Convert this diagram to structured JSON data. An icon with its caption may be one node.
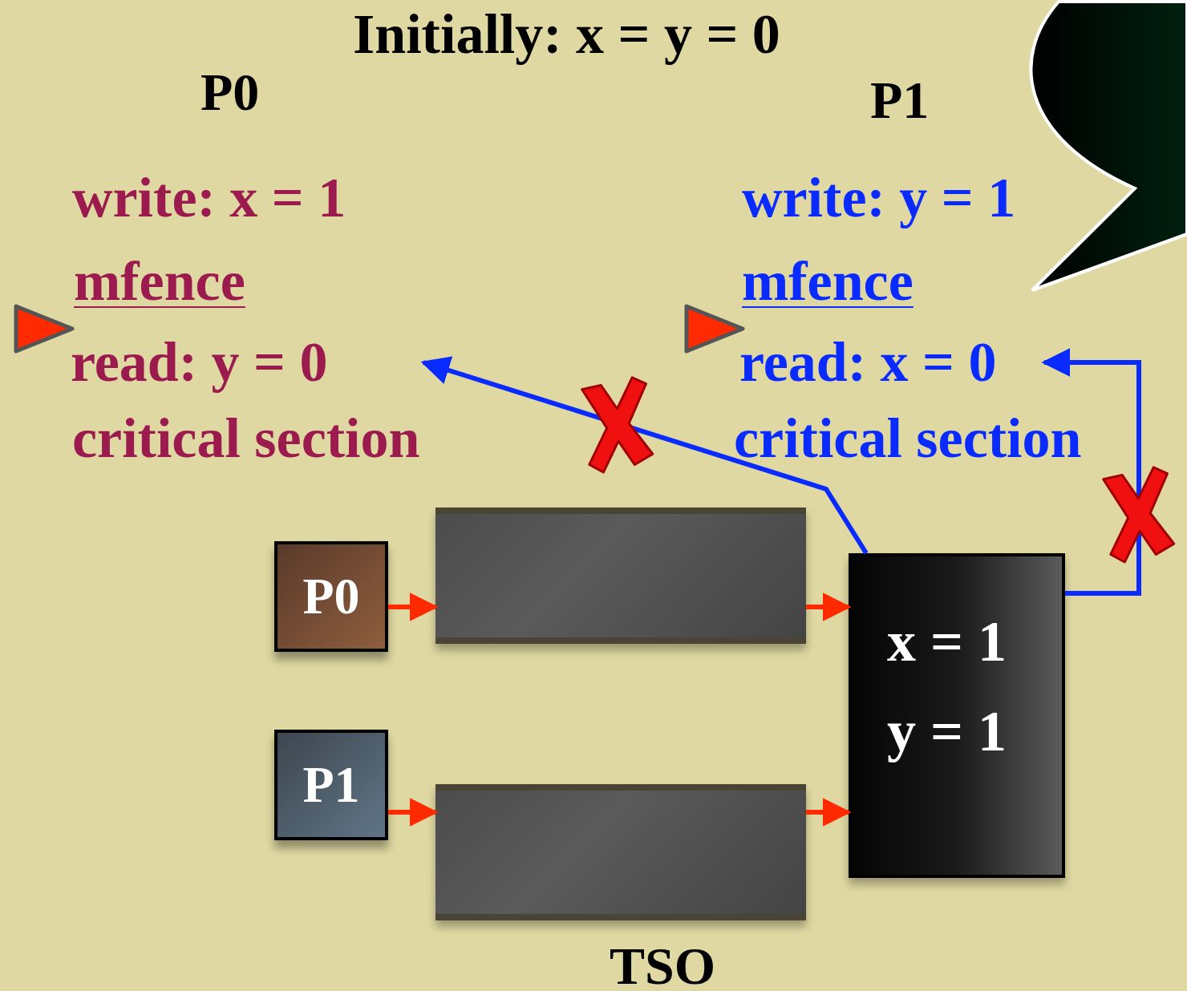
{
  "diagram": {
    "title": "Initially: x = y = 0",
    "nodes": [
      {
        "text": [
          "read: y = 0"
        ]
      },
      {
        "text": [
          "read: x = 0"
        ]
      },
      {
        "text": [
          "P0"
        ]
      },
      {
        "text": [
          "P1"
        ]
      },
      {
        "text": [],
        "shape": "bar"
      },
      {
        "text": [],
        "shape": "bar"
      },
      {
        "text": [
          "x = 1",
          "y = 1"
        ]
      },
      {
        "text": [],
        "shape": "callout"
      }
    ],
    "edges": [
      {
        "from": 2,
        "to": 4,
        "arrow": "to"
      },
      {
        "from": 4,
        "to": 6,
        "arrow": "to"
      },
      {
        "from": 3,
        "to": 5,
        "arrow": "to"
      },
      {
        "from": 5,
        "to": 6,
        "arrow": "to"
      },
      {
        "from": 6,
        "to": 0,
        "arrow": "to",
        "color": "#0a2bff"
      },
      {
        "from": 6,
        "to": 1,
        "arrow": "to",
        "color": "#0a2bff"
      }
    ],
    "labels": [
      "P0",
      "P1",
      "write: x = 1",
      "mfence",
      "critical section",
      "write: y = 1",
      "mfence",
      "critical section",
      "TSO"
    ]
  }
}
